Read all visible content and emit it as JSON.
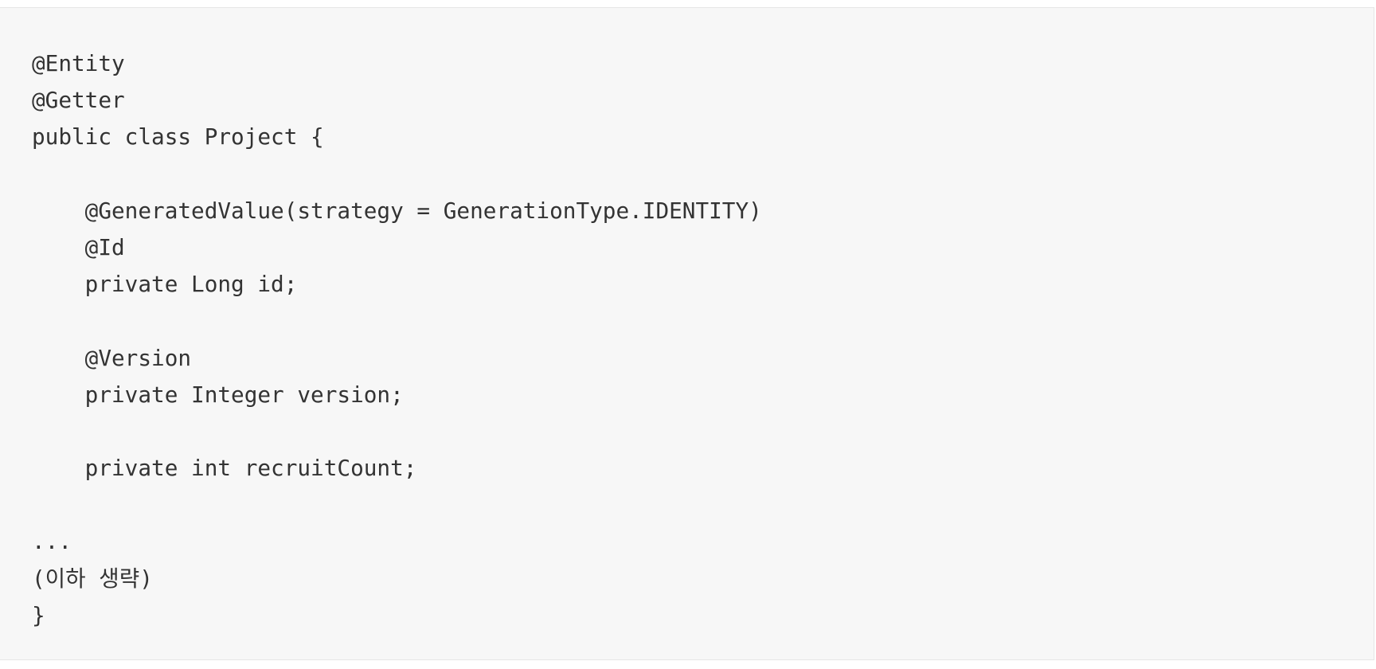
{
  "code_block": {
    "lines": [
      "@Entity",
      "@Getter",
      "public class Project {",
      "",
      "    @GeneratedValue(strategy = GenerationType.IDENTITY)",
      "    @Id",
      "    private Long id;",
      "",
      "    @Version",
      "    private Integer version;",
      "",
      "    private int recruitCount;",
      "",
      "...",
      "(이하 생략)",
      "}"
    ]
  }
}
